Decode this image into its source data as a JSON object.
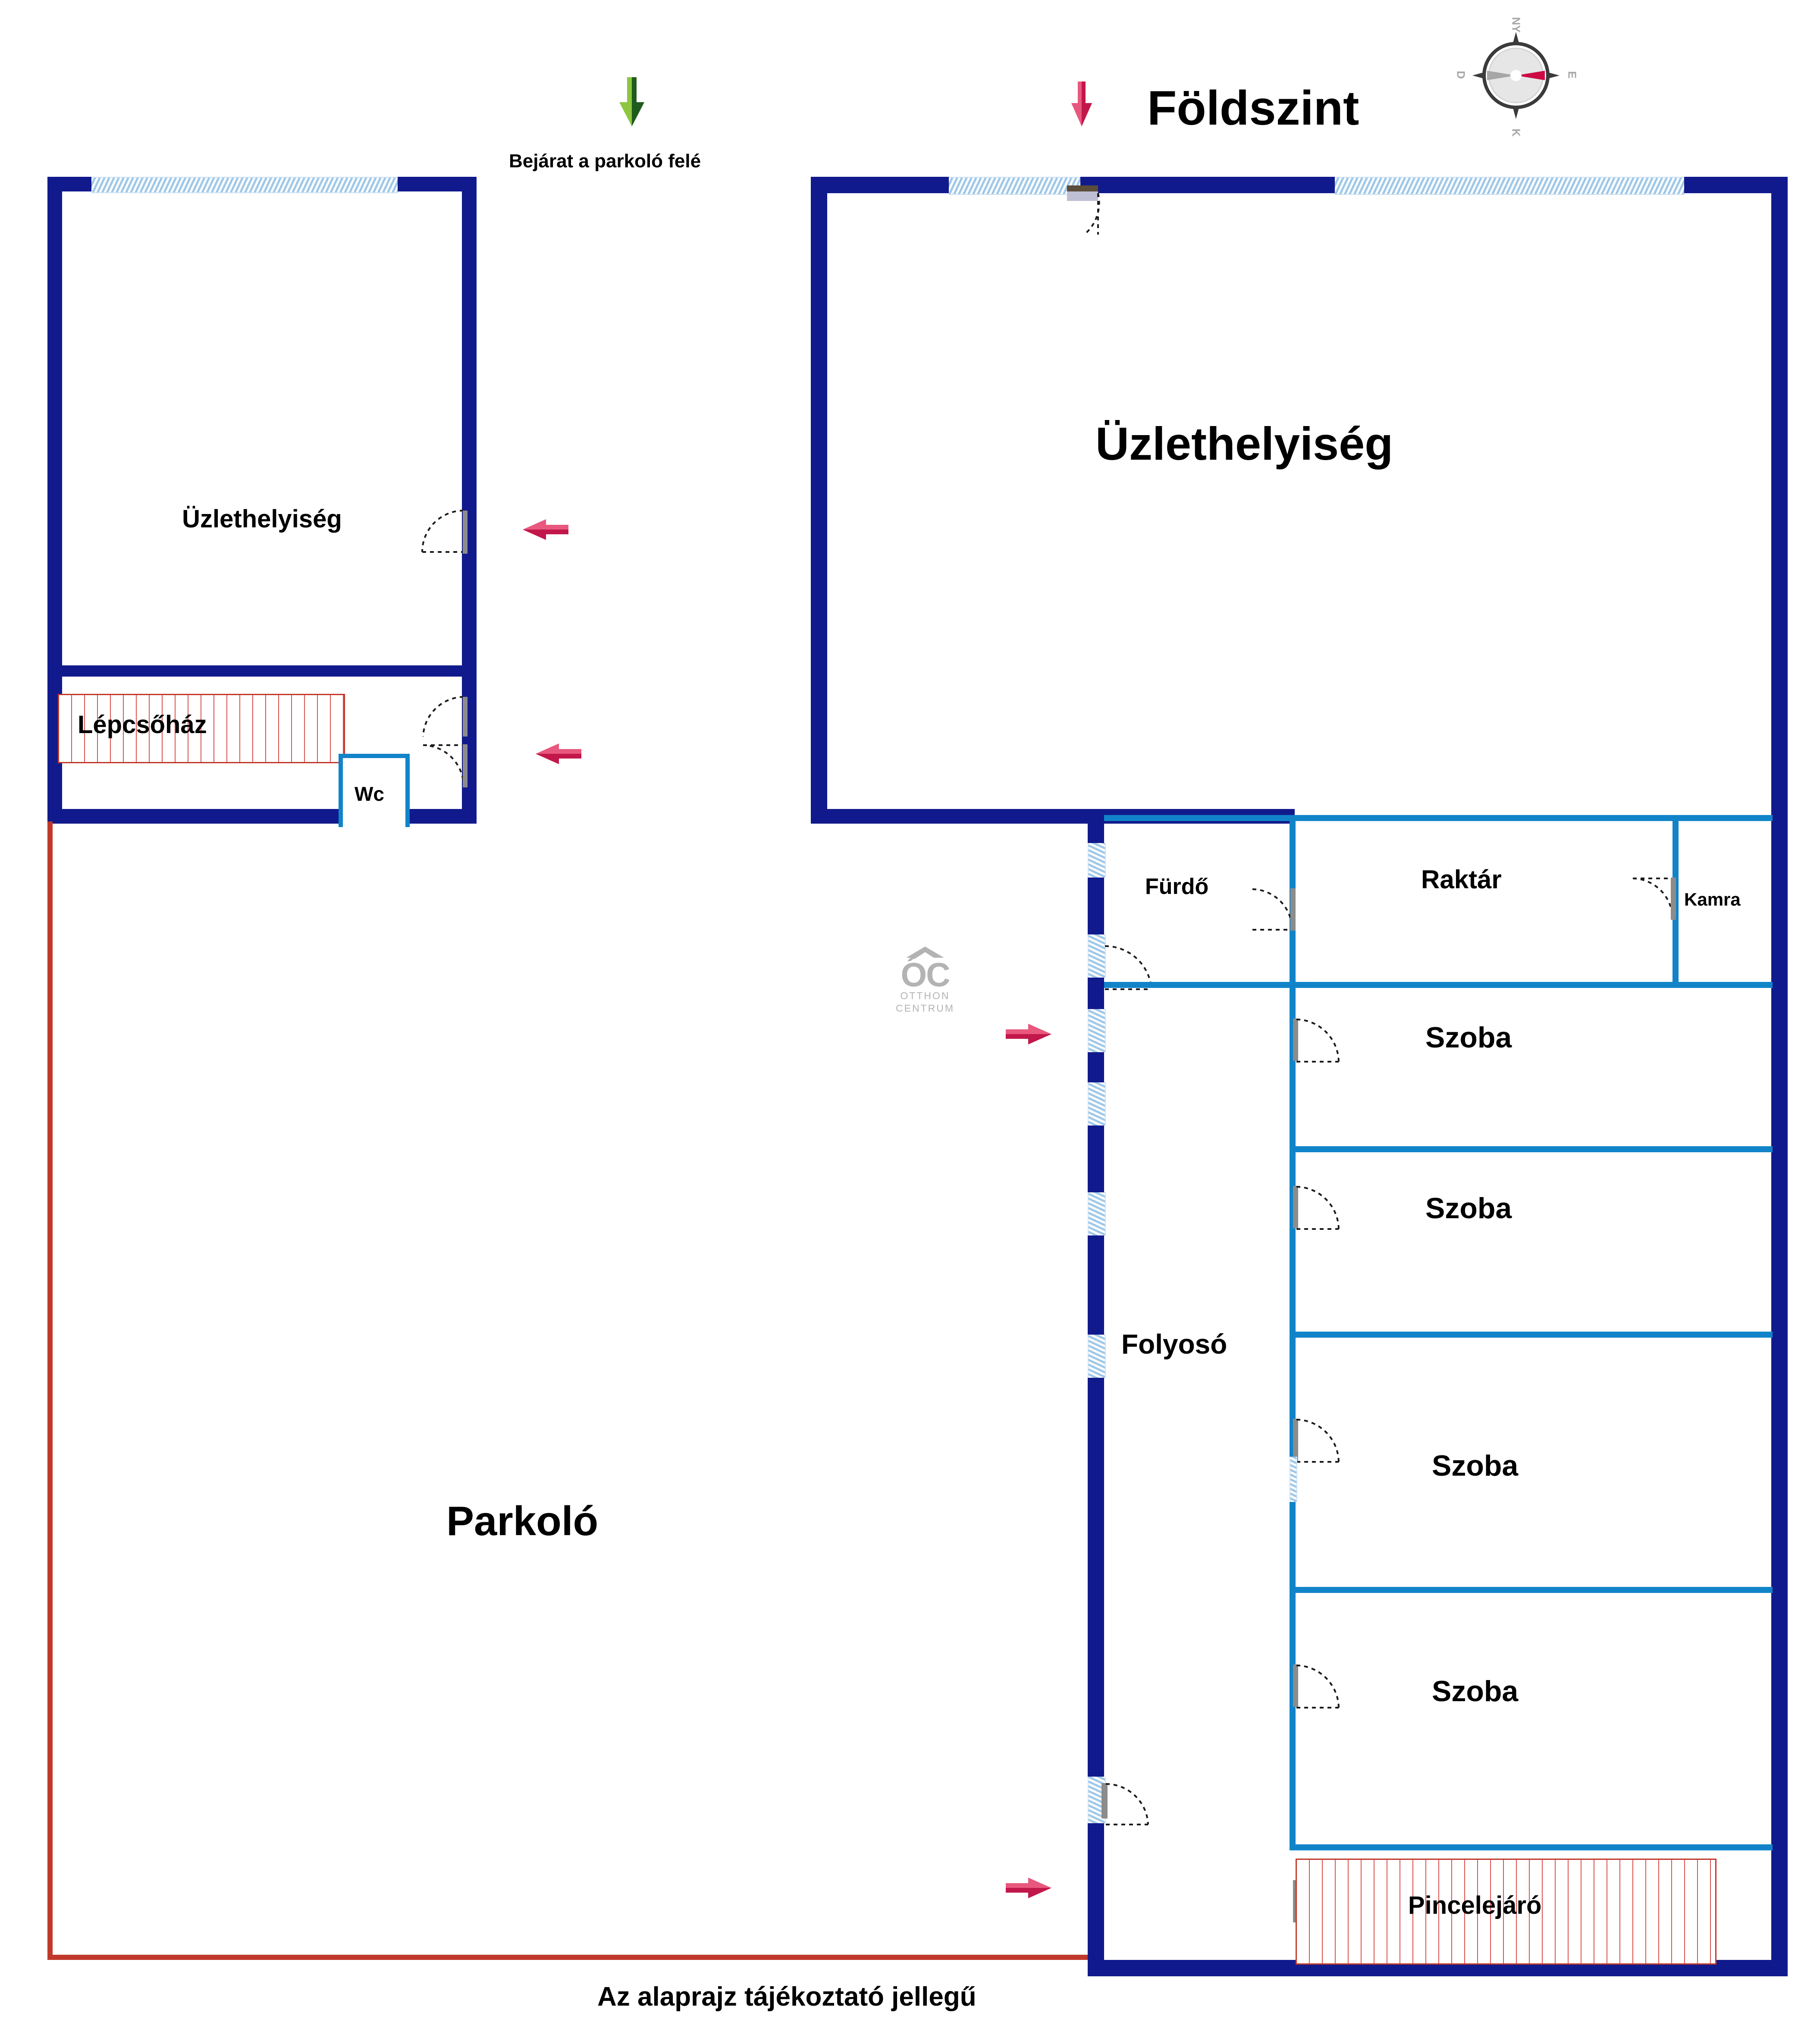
{
  "header": {
    "title": "Földszint",
    "entrance_note": "Bejárat a parkoló felé",
    "entrance_arrow_icon": "down-arrow-green-icon",
    "title_arrow_icon": "down-arrow-red-icon",
    "compass_icon": "compass-rose-icon",
    "compass_labels": {
      "top": "NY",
      "left": "D",
      "right": "E",
      "bottom": "K"
    }
  },
  "footer": {
    "disclaimer": "Az alaprajz tájékoztató jellegű"
  },
  "branding": {
    "logo_mark": "ÔC",
    "logo_line1": "OTTHON",
    "logo_line2": "CENTRUM",
    "logo_icon": "otthon-centrum-logo-icon"
  },
  "rooms": [
    {
      "id": "uzlethelyiseg-left",
      "label": "Üzlethelyiség"
    },
    {
      "id": "lepcsohaz",
      "label": "Lépcsőház"
    },
    {
      "id": "wc",
      "label": "Wc"
    },
    {
      "id": "uzlethelyiseg-main",
      "label": "Üzlethelyiség"
    },
    {
      "id": "furdo",
      "label": "Fürdő"
    },
    {
      "id": "raktar",
      "label": "Raktár"
    },
    {
      "id": "kamra",
      "label": "Kamra"
    },
    {
      "id": "szoba-1",
      "label": "Szoba"
    },
    {
      "id": "szoba-2",
      "label": "Szoba"
    },
    {
      "id": "szoba-3",
      "label": "Szoba"
    },
    {
      "id": "szoba-4",
      "label": "Szoba"
    },
    {
      "id": "folyoso",
      "label": "Folyosó"
    },
    {
      "id": "pincelejaro",
      "label": "Pincelejáró"
    },
    {
      "id": "parkolo",
      "label": "Parkoló"
    }
  ],
  "colors": {
    "wall_structural": "#111a8c",
    "wall_partition": "#1184c9",
    "stairs": "#c0392b",
    "arrow_red": "#d6285a",
    "arrow_green": "#6fbf3a",
    "window": "#9fc8e8",
    "logo_grey": "#b3b3b3"
  },
  "markers": [
    {
      "id": "arrow-entrance-green",
      "icon": "arrow-down-icon",
      "color": "green"
    },
    {
      "id": "arrow-title-red",
      "icon": "arrow-down-icon",
      "color": "red"
    },
    {
      "id": "arrow-shop-left",
      "icon": "arrow-left-icon",
      "color": "red"
    },
    {
      "id": "arrow-stair-left",
      "icon": "arrow-left-icon",
      "color": "red"
    },
    {
      "id": "arrow-corridor-right",
      "icon": "arrow-right-icon",
      "color": "red"
    },
    {
      "id": "arrow-cellar-right",
      "icon": "arrow-right-icon",
      "color": "red"
    }
  ]
}
